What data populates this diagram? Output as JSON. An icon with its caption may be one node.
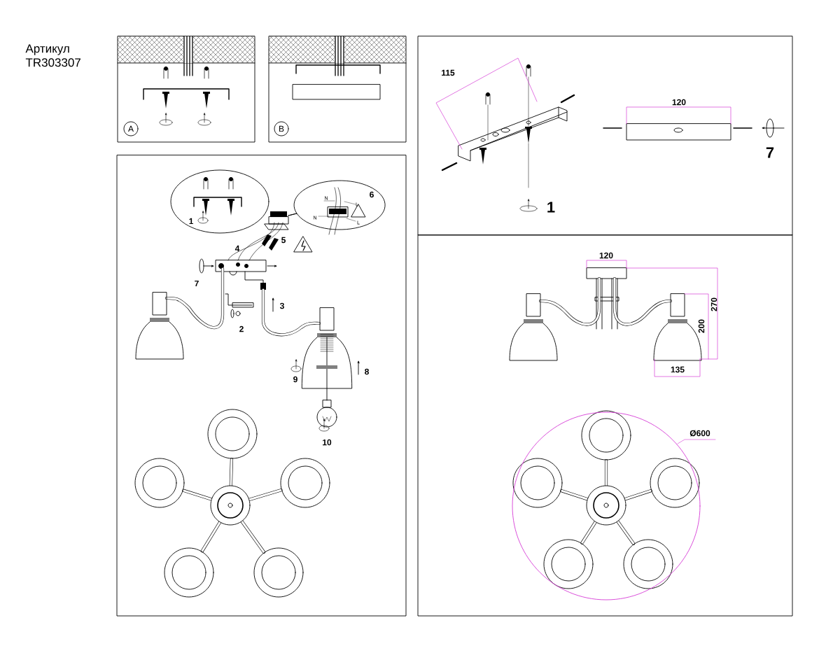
{
  "diagram": {
    "nodes": [
      {
        "text": [
          "A"
        ]
      },
      {
        "text": [
          "B"
        ]
      },
      {
        "text": [
          "1"
        ]
      },
      {
        "text": [
          "N",
          "L",
          "N",
          "L"
        ]
      }
    ],
    "labels": [
      "Артикул TR303307",
      "115",
      "120",
      "7",
      "1",
      "6",
      "5",
      "4",
      "7",
      "3",
      "2",
      "9",
      "8",
      "10",
      "120",
      "270",
      "200",
      "135",
      "Ø600"
    ]
  }
}
